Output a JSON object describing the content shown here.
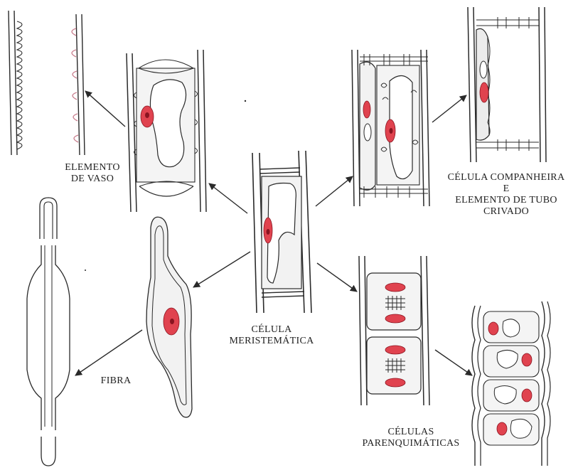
{
  "colors": {
    "ink": "#2a2a2a",
    "cytoplasm": "#f2f2f2",
    "nucleus": "#e0434f",
    "nucleus_dark": "#8a1420",
    "pit_tint": "#c87c8c"
  },
  "labels": {
    "elemento_vaso": [
      "ELEMENTO",
      "DE VASO"
    ],
    "celula_companheira": [
      "CÉLULA COMPANHEIRA",
      "E",
      "ELEMENTO DE TUBO",
      "CRIVADO"
    ],
    "fibra": "FIBRA",
    "celula_meristematica": [
      "CÉLULA",
      "MERISTEMÁTICA"
    ],
    "celulas_parenquimaticas": [
      "CÉLULAS",
      "PARENQUIMÁTICAS"
    ]
  }
}
